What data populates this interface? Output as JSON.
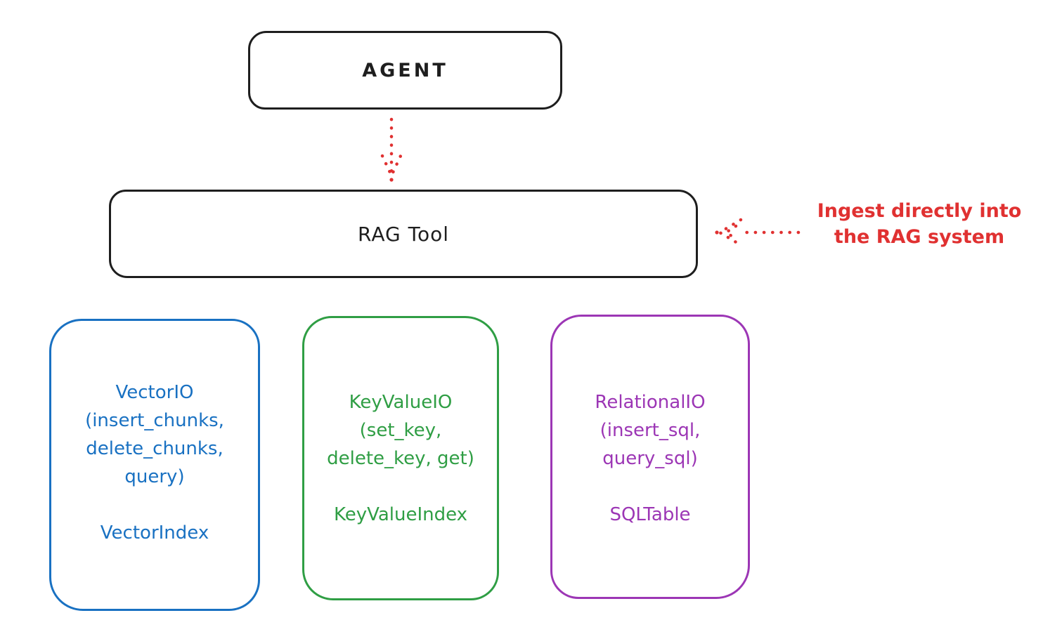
{
  "diagram": {
    "agent": {
      "label": "AGENT"
    },
    "rag_tool": {
      "label": "RAG Tool"
    },
    "annotation": {
      "line1": "Ingest directly into",
      "line2": "the RAG system"
    },
    "backends": [
      {
        "name": "vector-io",
        "color": "#1971c2",
        "lines": [
          "VectorIO",
          "(insert_chunks,",
          "delete_chunks,",
          "query)"
        ],
        "index": "VectorIndex"
      },
      {
        "name": "keyvalue-io",
        "color": "#2f9e44",
        "lines": [
          "KeyValueIO",
          "(set_key,",
          "delete_key, get)"
        ],
        "index": "KeyValueIndex"
      },
      {
        "name": "relational-io",
        "color": "#9c36b5",
        "lines": [
          "RelationalIO",
          "(insert_sql,",
          "query_sql)"
        ],
        "index": "SQLTable"
      }
    ],
    "colors": {
      "outline": "#1e1e1e",
      "accent_red": "#e03131",
      "vector_blue": "#1971c2",
      "keyvalue_green": "#2f9e44",
      "relational_purple": "#9c36b5",
      "background": "#ffffff"
    }
  }
}
